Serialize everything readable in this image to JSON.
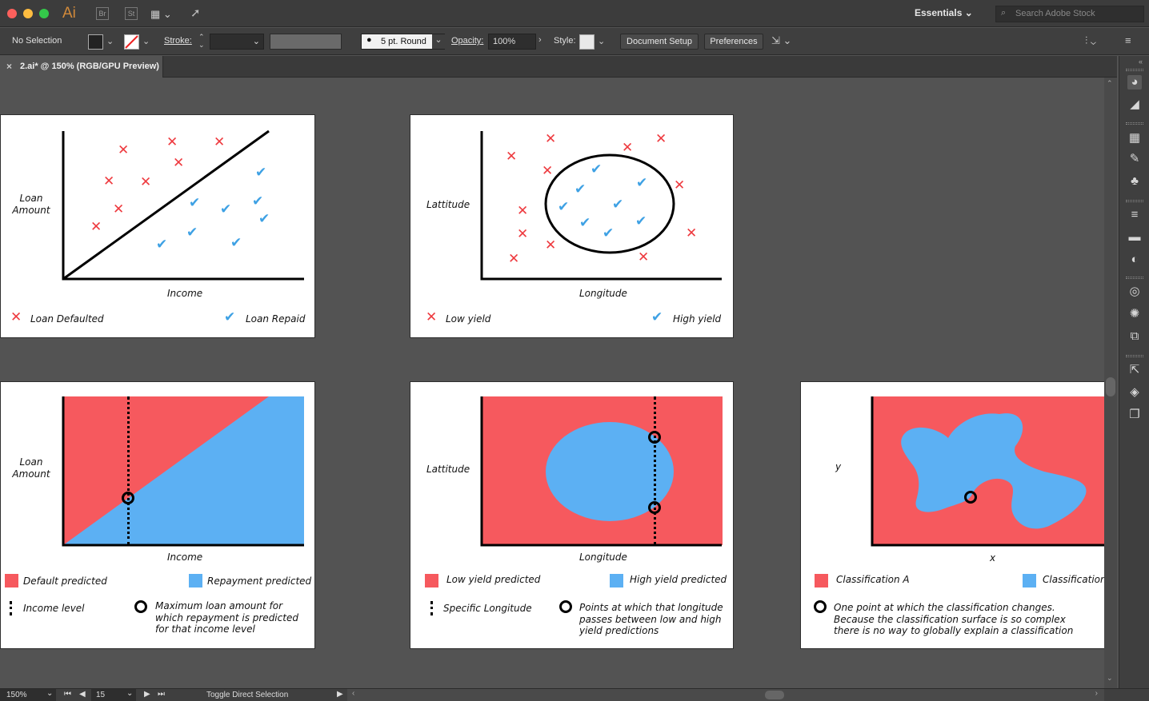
{
  "app": {
    "icon": "Ai",
    "bridge": "Br",
    "stock": "St",
    "workspace": "Essentials",
    "search_placeholder": "Search Adobe Stock"
  },
  "control": {
    "selection": "No Selection",
    "stroke_label": "Stroke:",
    "brush": "5 pt. Round",
    "opacity_label": "Opacity:",
    "opacity_value": "100%",
    "style_label": "Style:",
    "document_setup": "Document Setup",
    "preferences": "Preferences"
  },
  "tab": {
    "title": "2.ai* @ 150% (RGB/GPU Preview)",
    "close": "×"
  },
  "status": {
    "zoom": "150%",
    "page": "15",
    "tool": "Toggle Direct Selection"
  },
  "artboards": {
    "a1": {
      "ylabel": "Loan\nAmount",
      "xlabel": "Income",
      "legend_red": "Loan Defaulted",
      "legend_blue": "Loan Repaid"
    },
    "a2": {
      "ylabel": "Lattitude",
      "xlabel": "Longitude",
      "legend_red": "Low yield",
      "legend_blue": "High yield"
    },
    "a3": {
      "ylabel": "Loan\nAmount",
      "xlabel": "Income",
      "legend_red": "Default predicted",
      "legend_blue": "Repayment predicted",
      "legend_line": "Income level",
      "legend_ring": "Maximum loan amount for which repayment is predicted for that income level"
    },
    "a4": {
      "ylabel": "Lattitude",
      "xlabel": "Longitude",
      "legend_red": "Low yield predicted",
      "legend_blue": "High yield predicted",
      "legend_line": "Specific Longitude",
      "legend_ring": "Points at which that longitude passes between low and high yield predictions"
    },
    "a5": {
      "ylabel": "y",
      "xlabel": "x",
      "legend_red": "Classification A",
      "legend_blue": "Classification",
      "legend_ring": "One point at which the classification changes. Because the classification surface is so complex there is no way to globally explain a classification"
    }
  },
  "colors": {
    "red": "#f6595e",
    "blue": "#5cb0f3",
    "mark_red": "#ee3a3f",
    "mark_blue": "#3ea1e4",
    "ui_bg": "#535353"
  }
}
